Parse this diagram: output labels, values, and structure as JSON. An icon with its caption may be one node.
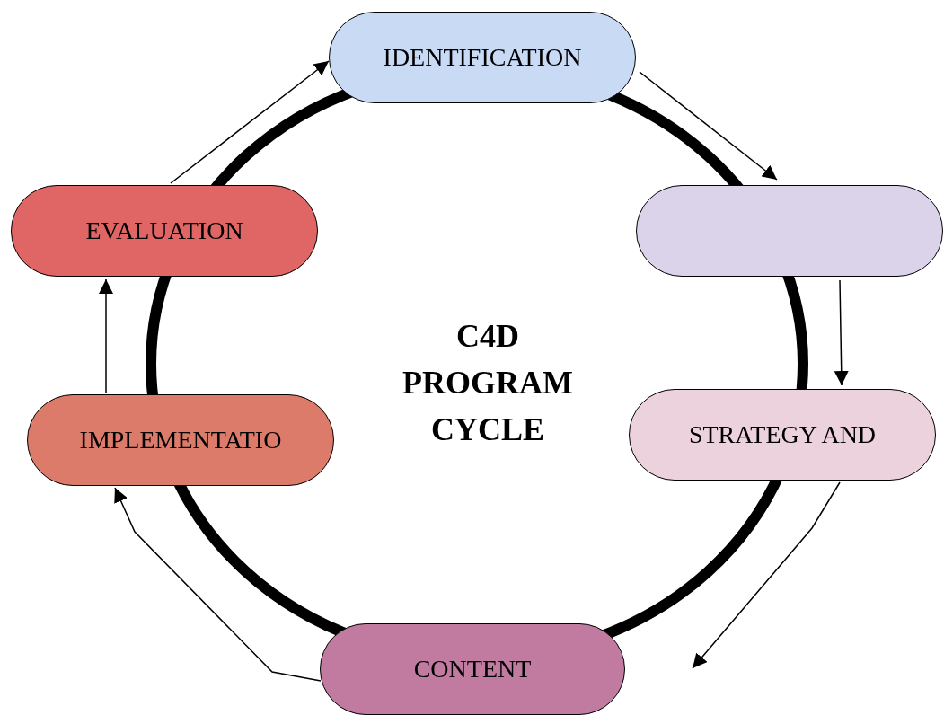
{
  "diagram": {
    "nodes": [
      {
        "text": [
          "IDENTIFICATION"
        ]
      },
      {
        "text": [],
        "shape": "box"
      },
      {
        "text": [
          "STRATEGY AND"
        ]
      },
      {
        "text": [
          "CONTENT"
        ]
      },
      {
        "text": [
          "IMPLEMENTATIO"
        ]
      },
      {
        "text": [
          "EVALUATION"
        ]
      }
    ],
    "edges": [
      {
        "from": 0,
        "to": 1,
        "arrow": "to"
      },
      {
        "from": 1,
        "to": 2,
        "arrow": "to"
      },
      {
        "from": 2,
        "to": 3,
        "arrow": "to"
      },
      {
        "from": 3,
        "to": 4,
        "arrow": "to"
      },
      {
        "from": 4,
        "to": 5,
        "arrow": "to"
      },
      {
        "from": 5,
        "to": 0,
        "arrow": "to"
      }
    ],
    "labels": [
      "C4D PROGRAM CYCLE"
    ]
  }
}
